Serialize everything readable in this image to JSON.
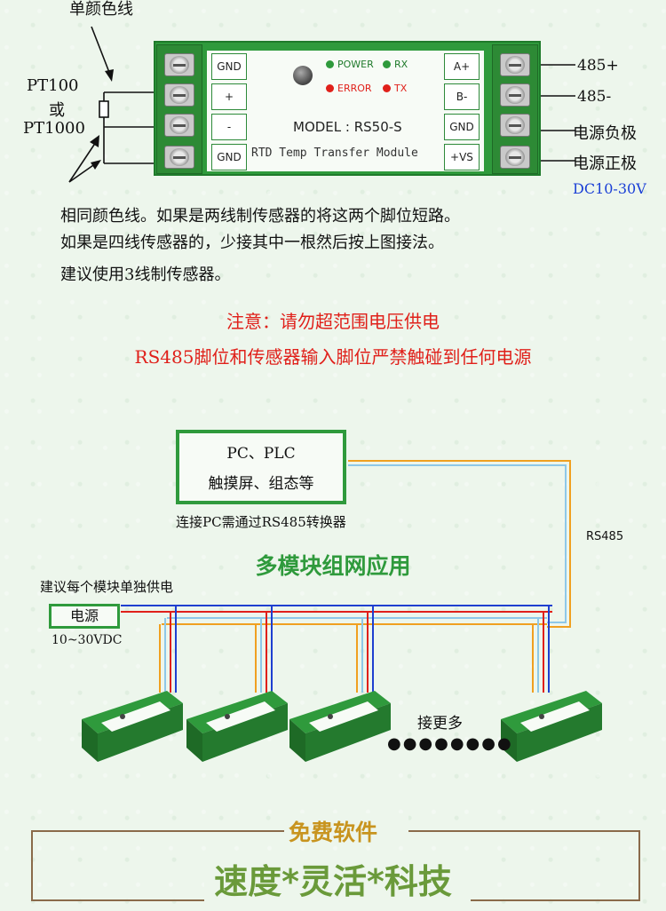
{
  "wiring": {
    "single_color_wire": "单颜色线",
    "pt100": "PT100",
    "or": "或",
    "pt1000": "PT1000",
    "right_labels": [
      "485+",
      "485-",
      "电源负极",
      "电源正极"
    ],
    "voltage": "DC10-30V"
  },
  "module": {
    "left_pins": [
      "GND",
      "+",
      "-",
      "GND"
    ],
    "right_pins": [
      "A+",
      "B-",
      "GND",
      "+VS"
    ],
    "led_power": "POWER",
    "led_rx": "RX",
    "led_error": "ERROR",
    "led_tx": "TX",
    "model": "MODEL : RS50-S",
    "subtitle": "RTD Temp Transfer Module"
  },
  "instructions": [
    "相同颜色线。如果是两线制传感器的将这两个脚位短路。",
    "如果是四线传感器的，少接其中一根然后按上图接法。",
    "建议使用3线制传感器。"
  ],
  "notice": {
    "line1": "注意：请勿超范围电压供电",
    "line2": "RS485脚位和传感器输入脚位严禁触碰到任何电源"
  },
  "network": {
    "pc_line1": "PC、PLC",
    "pc_line2": "触摸屏、组态等",
    "converter_note": "连接PC需通过RS485转换器",
    "rs485": "RS485",
    "title": "多模块组网应用",
    "power_note": "建议每个模块单独供电",
    "power_box": "电源",
    "power_range": "10~30VDC",
    "more": "接更多",
    "dots": "●●●●●●●●"
  },
  "footer": {
    "free_software": "免费软件",
    "slogan": "速度*灵活*科技"
  },
  "colors": {
    "module_green": "#2f9a3c",
    "notice_red": "#e0201a",
    "voltage_blue": "#1a3fd6",
    "wire_blue": "#1f3fd0",
    "wire_red": "#e0201a",
    "wire_orange": "#f0a020",
    "wire_lightblue": "#8ec8e8"
  }
}
